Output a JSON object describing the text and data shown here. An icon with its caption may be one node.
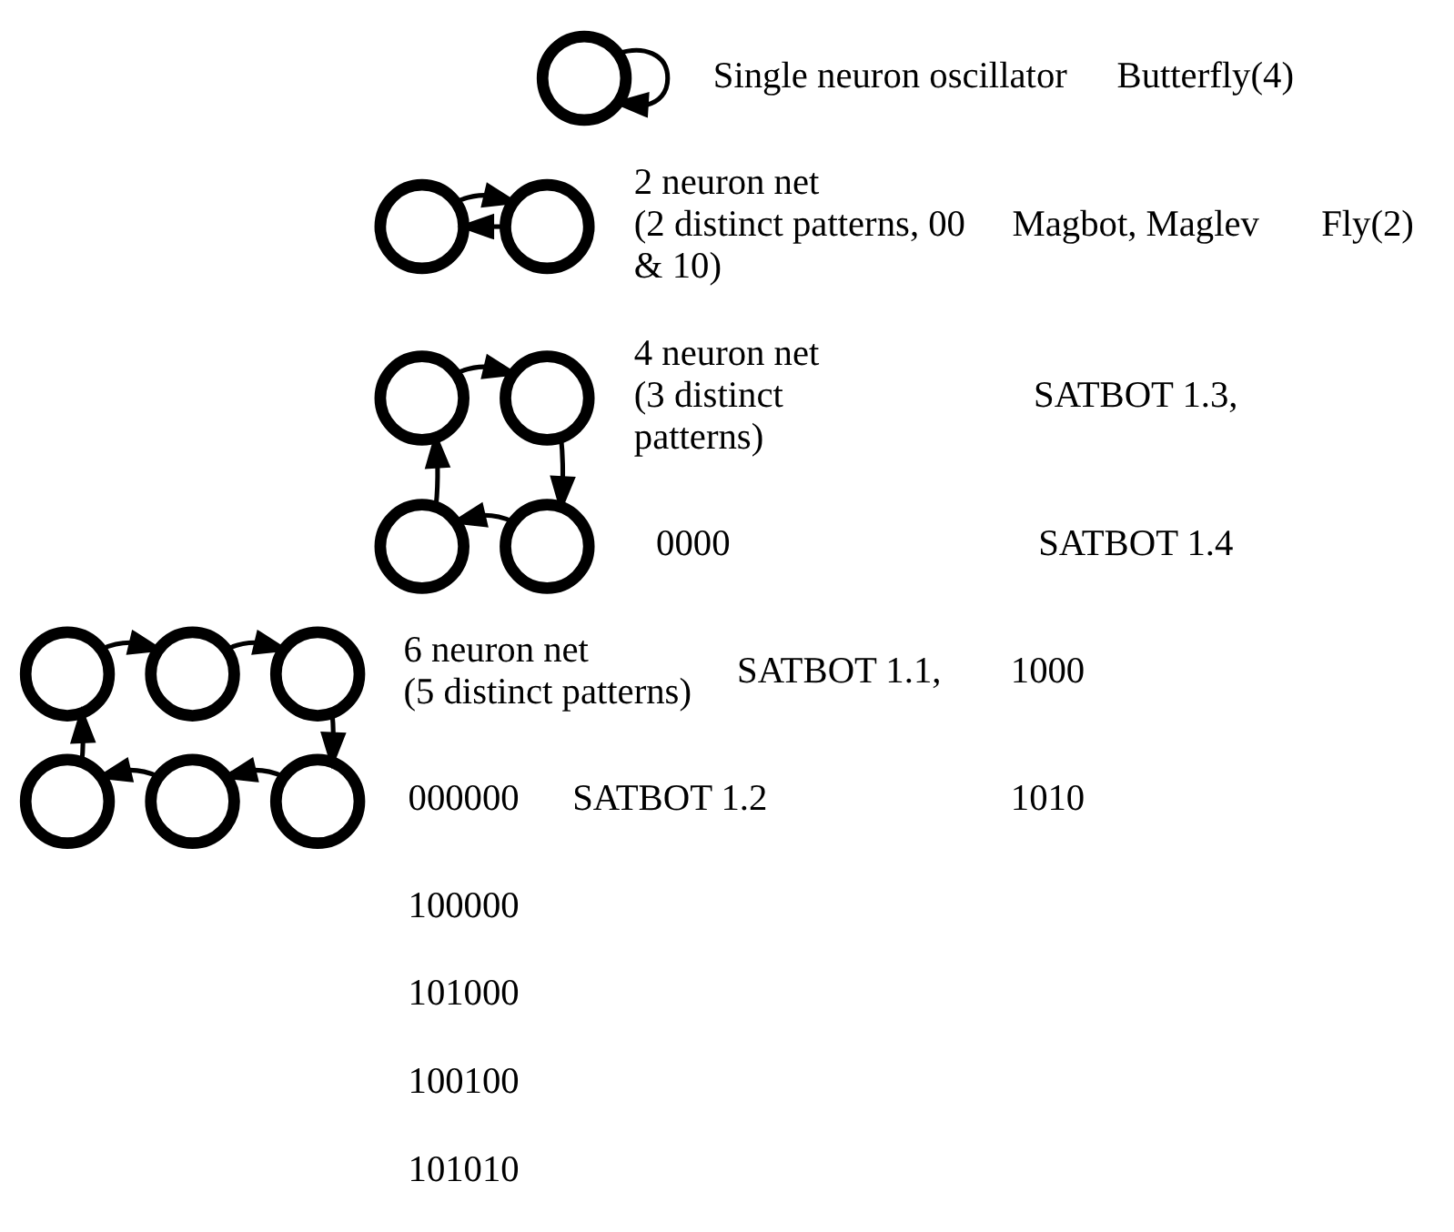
{
  "diagram": {
    "nodes": [
      {
        "text": [],
        "shape": "circle"
      },
      {
        "text": [],
        "shape": "circle"
      },
      {
        "text": [],
        "shape": "circle"
      },
      {
        "text": [],
        "shape": "circle"
      },
      {
        "text": [],
        "shape": "circle"
      },
      {
        "text": [],
        "shape": "circle"
      },
      {
        "text": [],
        "shape": "circle"
      },
      {
        "text": [],
        "shape": "circle"
      },
      {
        "text": [],
        "shape": "circle"
      },
      {
        "text": [],
        "shape": "circle"
      },
      {
        "text": [],
        "shape": "circle"
      },
      {
        "text": [],
        "shape": "circle"
      },
      {
        "text": [],
        "shape": "circle"
      }
    ],
    "edges": [
      {
        "from": 0,
        "to": 0,
        "arrow": "to"
      },
      {
        "from": 2,
        "to": 1,
        "arrow": "to"
      },
      {
        "from": 1,
        "to": 2,
        "arrow": "to"
      },
      {
        "from": 3,
        "to": 4,
        "arrow": "to"
      },
      {
        "from": 4,
        "to": 6,
        "arrow": "to"
      },
      {
        "from": 6,
        "to": 5,
        "arrow": "to"
      },
      {
        "from": 5,
        "to": 3,
        "arrow": "to"
      },
      {
        "from": 7,
        "to": 8,
        "arrow": "to"
      },
      {
        "from": 8,
        "to": 9,
        "arrow": "to"
      },
      {
        "from": 9,
        "to": 12,
        "arrow": "to"
      },
      {
        "from": 12,
        "to": 11,
        "arrow": "to"
      },
      {
        "from": 11,
        "to": 10,
        "arrow": "to"
      },
      {
        "from": 10,
        "to": 7,
        "arrow": "to"
      }
    ],
    "labels": [
      "Single neuron oscillator",
      "Butterfly(4)",
      "Fly(2)",
      "2 neuron net (2 distinct patterns, 00 & 10)",
      "Magbot, Maglev",
      "SATBOT 1.3,",
      "SATBOT 1.4",
      "4 neuron net (3 distinct patterns)",
      "0000",
      "1000",
      "1010",
      "6 neuron net (5 distinct patterns)",
      "000000",
      "100000",
      "101000",
      "100100",
      "101010",
      "SATBOT 1.1,",
      "SATBOT 1.2"
    ]
  }
}
